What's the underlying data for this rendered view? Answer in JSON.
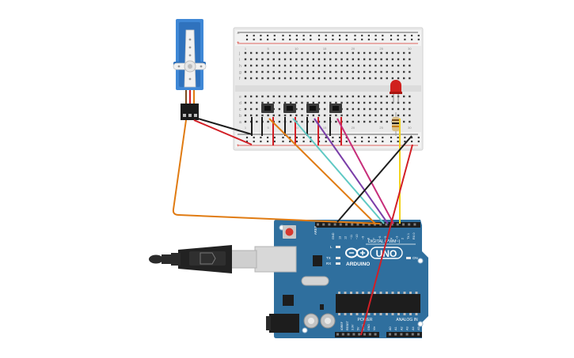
{
  "colors": {
    "background": "#ffffff",
    "breadboard": "#e9e9e9",
    "breadboard_strip": "#f4f4f4",
    "rail_red": "#d9342b",
    "rail_black": "#333333",
    "arduino_board": "#2f6f9e",
    "arduino_dark": "#245a82",
    "servo_body": "#3f88d6",
    "wire_orange": "#e07b12",
    "wire_red": "#d21f26",
    "wire_black": "#1d1d1d",
    "wire_cyan": "#5fc9c4",
    "wire_purple": "#7a3ea8",
    "wire_magenta": "#c72e7a",
    "wire_yellow": "#f2d31b",
    "led_red": "#d0201e",
    "usb_cable": "#2b2b2b"
  },
  "breadboard": {
    "rows_top": [
      "j",
      "i",
      "h",
      "g",
      "f"
    ],
    "rows_bottom": [
      "e",
      "d",
      "c",
      "b",
      "a"
    ],
    "col_numbers": [
      "1",
      "5",
      "10",
      "15",
      "20",
      "25",
      "30"
    ],
    "rail_plus": "+",
    "rail_minus": "−"
  },
  "arduino": {
    "brand": "ARDUINO",
    "model": "UNO",
    "digital_label": "DIGITAL (PWM~)",
    "power_label": "POWER",
    "analog_label": "ANALOG IN",
    "on_label": "ON",
    "led_l": "L",
    "led_tx": "TX",
    "led_rx": "RX",
    "aref": "AREF",
    "gnd": "GND",
    "digital_pins": [
      "13",
      "12",
      "~11",
      "~10",
      "~9",
      "8",
      "7",
      "~6",
      "~5",
      "4",
      "~3",
      "2",
      "TX 1",
      "RX 0"
    ],
    "power_pins": [
      "IOREF",
      "RESET",
      "3.3V",
      "5V",
      "GND",
      "GND",
      "Vin"
    ],
    "analog_pins": [
      "A0",
      "A1",
      "A2",
      "A3",
      "A4",
      "A5"
    ]
  },
  "components": {
    "servo": "micro-servo",
    "led": "red-led",
    "resistor": "resistor",
    "pushbuttons": 4,
    "usb": "usb-b-cable"
  }
}
